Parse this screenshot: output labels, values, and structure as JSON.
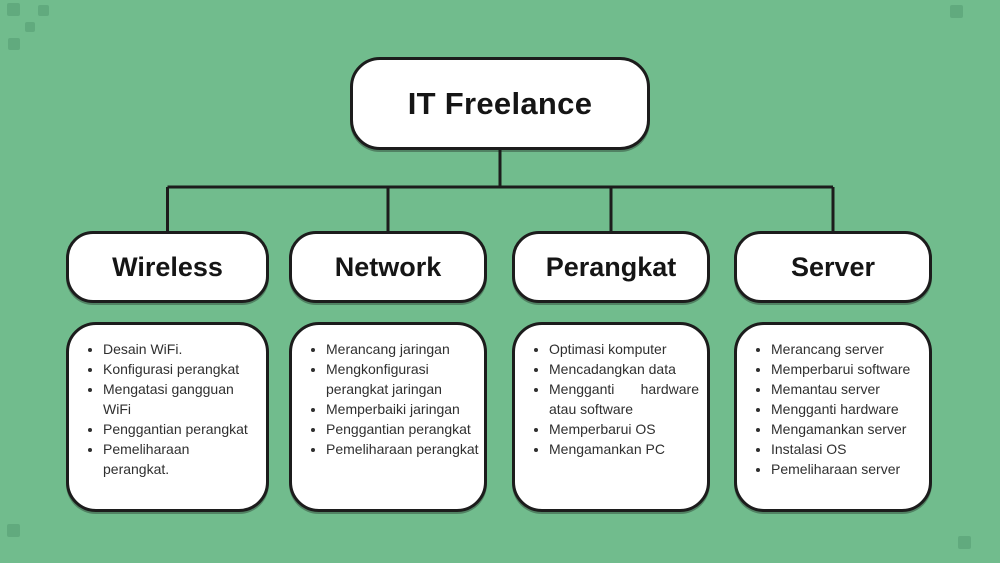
{
  "title": {
    "label": "IT Freelance"
  },
  "branches": [
    {
      "label": "Wireless",
      "items": [
        "Desain WiFi.",
        "Konfigurasi perangkat",
        "Mengatasi gangguan WiFi",
        "Penggantian perangkat",
        "Pemeliharaan perangkat."
      ]
    },
    {
      "label": "Network",
      "items": [
        "Merancang jaringan",
        "Mengkonfigurasi perangkat jaringan",
        "Memperbaiki jaringan",
        "Penggantian perangkat",
        "Pemeliharaan perangkat"
      ]
    },
    {
      "label": "Perangkat",
      "items": [
        "Optimasi komputer",
        "Mencadangkan data",
        "Mengganti hardware atau software",
        "Memperbarui OS",
        "Mengamankan PC"
      ]
    },
    {
      "label": "Server",
      "items": [
        "Merancang server",
        "Memperbarui software",
        "Memantau server",
        "Mengganti hardware",
        "Mengamankan server",
        "Instalasi OS",
        "Pemeliharaan server"
      ]
    }
  ],
  "colors": {
    "background": "#71BC8D",
    "node_fill": "#FFFFFF",
    "stroke": "#1C1C1C",
    "title_text": "#151515",
    "list_text": "#2F2F2F"
  }
}
